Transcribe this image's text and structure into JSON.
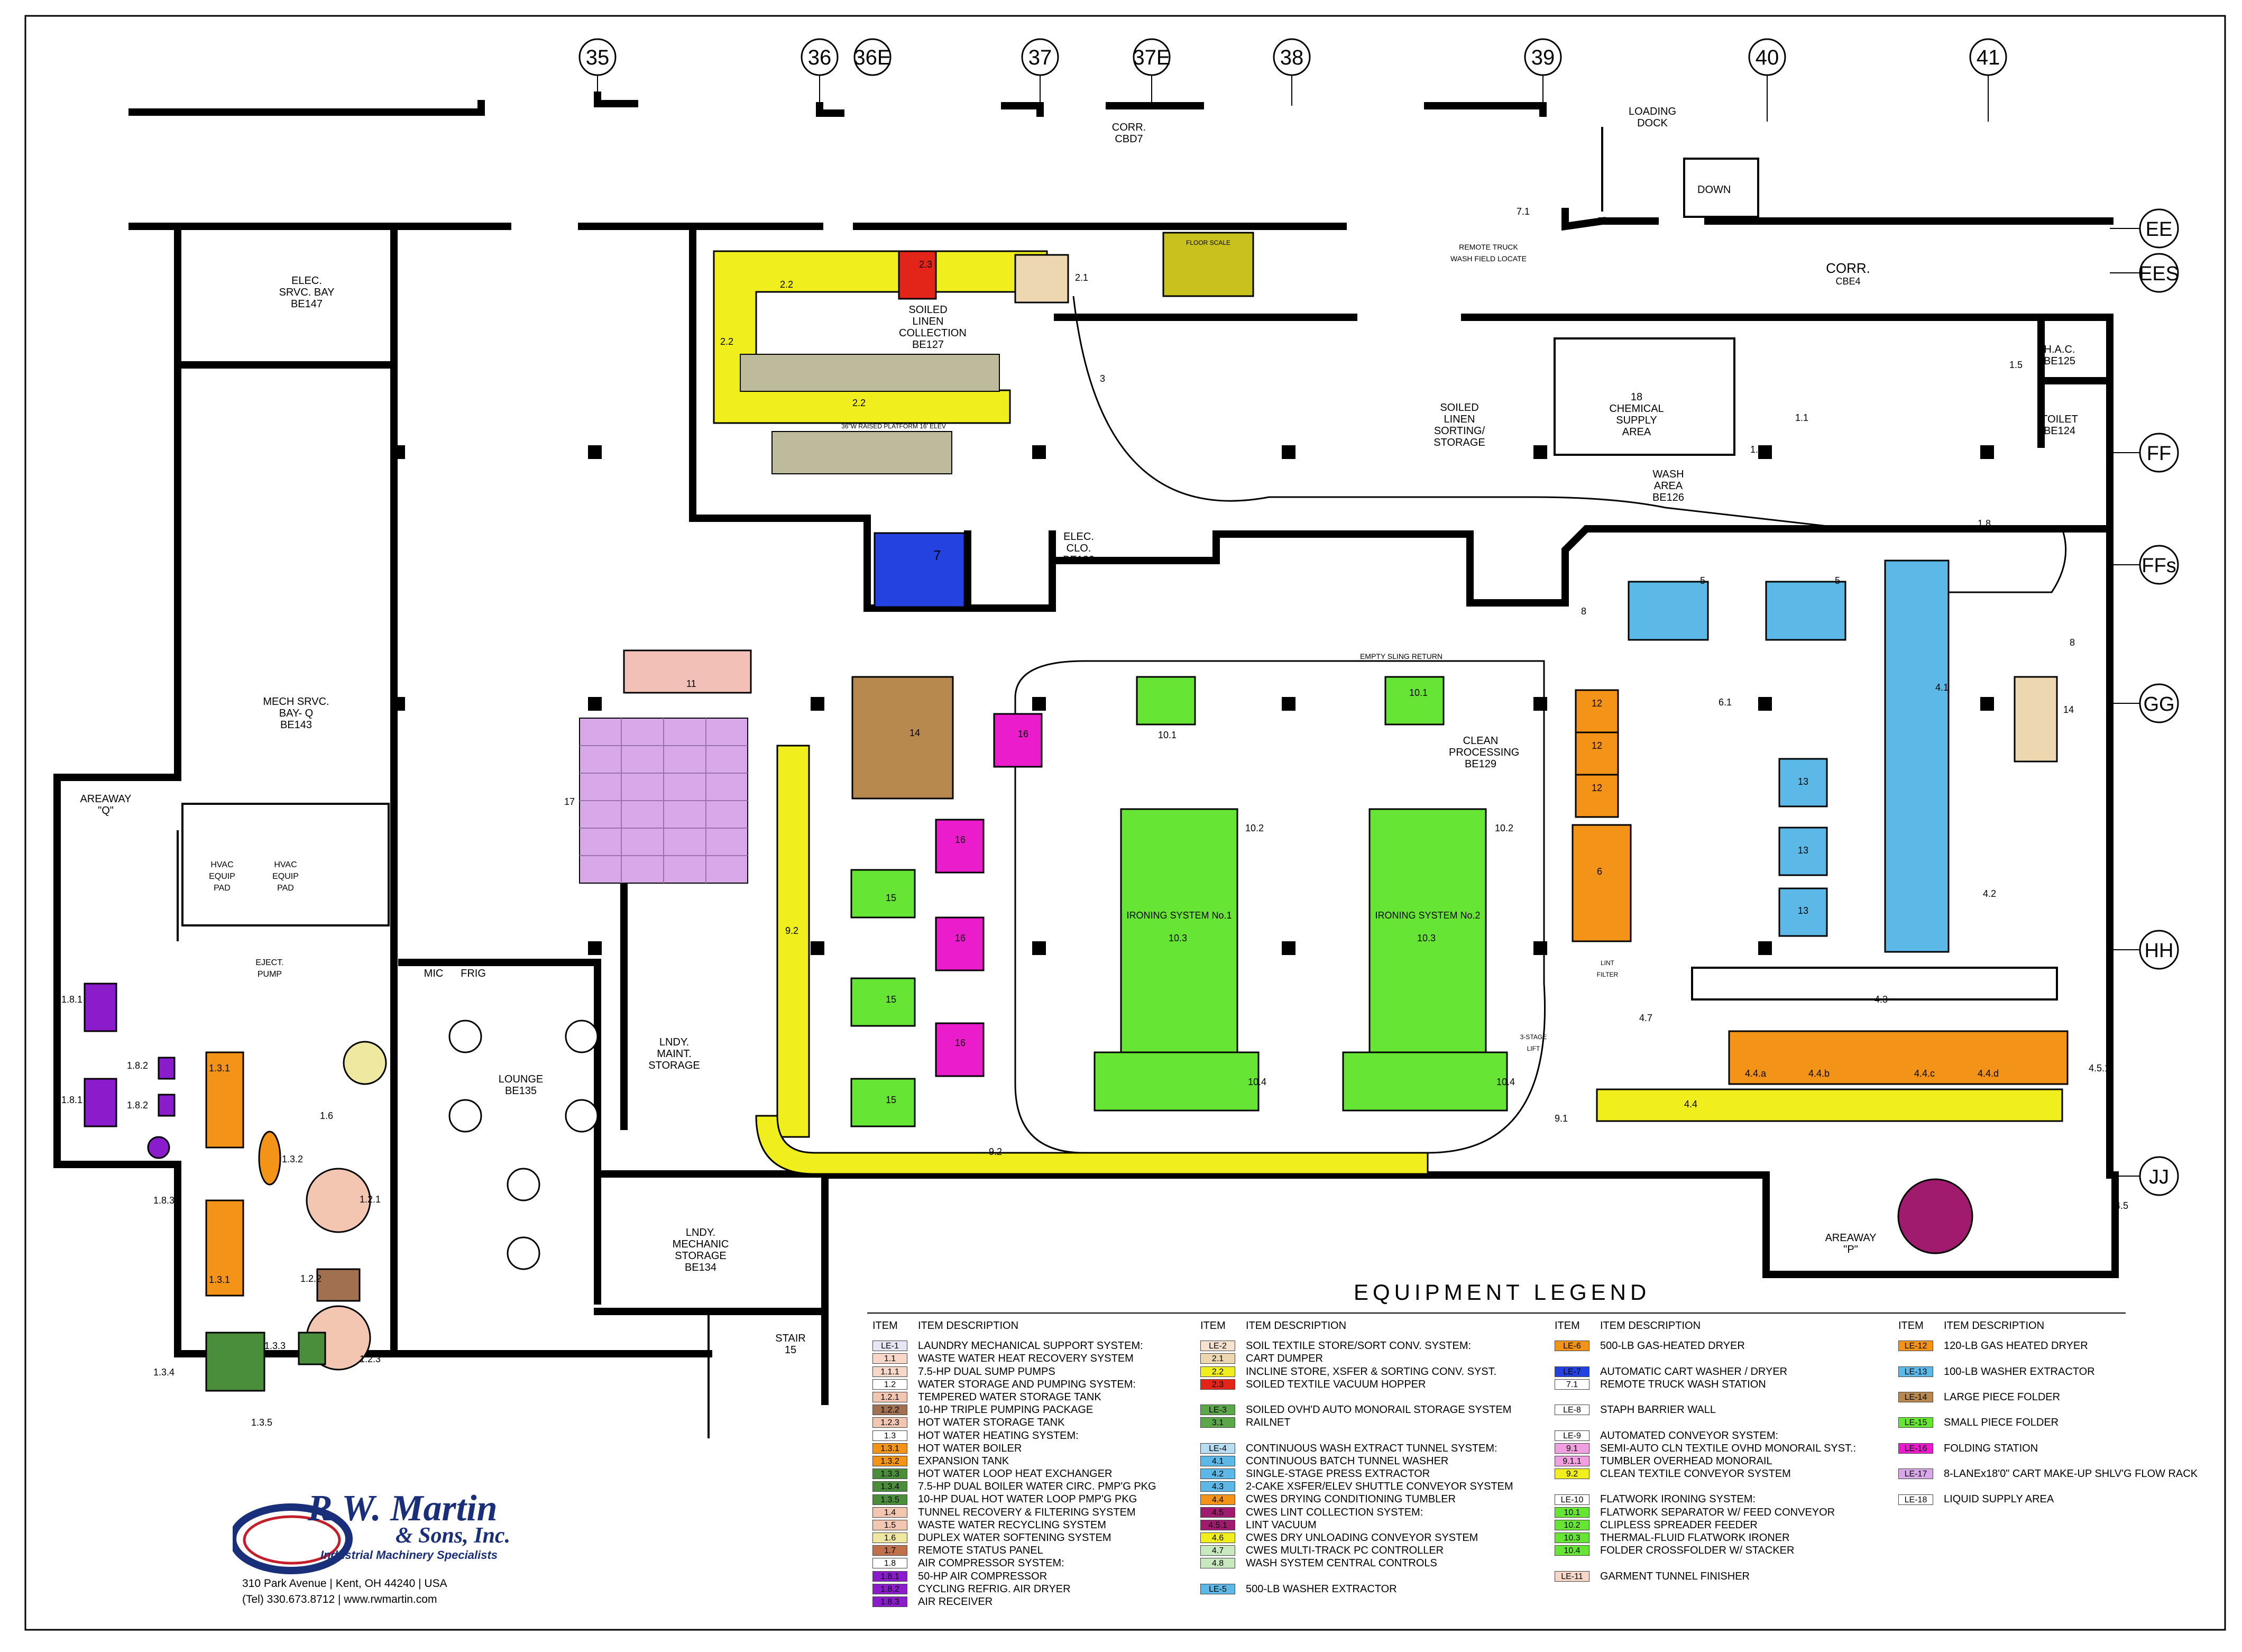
{
  "column_grid": [
    "35",
    "36",
    "36E",
    "37",
    "37E",
    "38",
    "39",
    "40",
    "41"
  ],
  "row_grid": [
    "EE",
    "EES",
    "FF",
    "FFs",
    "GG",
    "HH",
    "JJ"
  ],
  "rooms": {
    "elec_srvc_bay": {
      "name": "ELEC. SRVC. BAY",
      "tag": "BE147"
    },
    "soiled_linen_collection": {
      "name": "SOILED LINEN COLLECTION",
      "tag": "BE127"
    },
    "corr_top": {
      "name": "CORR.",
      "tag": "CBD7"
    },
    "loading_dock": {
      "name": "LOADING DOCK"
    },
    "down": "DOWN",
    "corr_right": {
      "name": "CORR.",
      "tag": "CBE4"
    },
    "soiled_linen_sorting": {
      "name": "SOILED LINEN SORTING/ STORAGE"
    },
    "chemical_supply": {
      "name": "CHEMICAL SUPPLY AREA",
      "num": "18"
    },
    "hac": {
      "name": "H.A.C.",
      "tag": "BE125"
    },
    "toilet": {
      "name": "TOILET",
      "tag": "BE124"
    },
    "wash_area": {
      "name": "WASH AREA",
      "tag": "BE126"
    },
    "elec_clo": {
      "name": "ELEC. CLO.",
      "tag": "BE130"
    },
    "mech_srvc_bay": {
      "name": "MECH SRVC. BAY- Q",
      "tag": "BE143"
    },
    "areaway_q": {
      "name": "AREAWAY \"Q\""
    },
    "hvac_pad_1": "HVAC EQUIP PAD",
    "hvac_pad_2": "HVAC EQUIP PAD",
    "eject_pump": "EJECT. PUMP",
    "lounge": {
      "name": "LOUNGE",
      "tag": "BE135"
    },
    "mic": "MIC",
    "frig": "FRIG",
    "lndy_maint": {
      "name": "LNDY. MAINT. STORAGE"
    },
    "lndy_mech": {
      "name": "LNDY. MECHANIC STORAGE",
      "tag": "BE134"
    },
    "stair": {
      "name": "STAIR",
      "tag": "15"
    },
    "clean_processing": {
      "name": "CLEAN PROCESSING",
      "tag": "BE129"
    },
    "areaway_p": {
      "name": "AREAWAY \"P\""
    },
    "empty_sling": "EMPTY SLING RETURN",
    "remote_truck": "REMOTE TRUCK WASH FIELD LOCATE",
    "ironing_1": "IRONING SYSTEM No.1",
    "ironing_2": "IRONING SYSTEM No.2",
    "raised_platform": "36\"W RAISED PLATFORM 16' ELEV",
    "floor_scale": "FLOOR SCALE",
    "three_stage": "3-STAGE LIFT",
    "lint_filter": "LINT FILTER"
  },
  "equipment_tags": {
    "e2_3": "2.3",
    "e2_2a": "2.2",
    "e2_2b": "2.2",
    "e2_2c": "2.2",
    "e2_1": "2.1",
    "e3": "3",
    "e7": "7",
    "e8a": "8",
    "e8b": "8",
    "e8c": "8",
    "e11": "11",
    "e17": "17",
    "e14a": "14",
    "e14b": "14",
    "e16a": "16",
    "e16b": "16",
    "e16c": "16",
    "e16d": "16",
    "e15a": "15",
    "e15b": "15",
    "e15c": "15",
    "e15d": "15",
    "e9_2a": "9.2",
    "e9_2b": "9.2",
    "e9_1": "9.1",
    "e10_1a": "10.1",
    "e10_1b": "10.1",
    "e10_2a": "10.2",
    "e10_2b": "10.2",
    "e10_3a": "10.3",
    "e10_3b": "10.3",
    "e10_4a": "10.4",
    "e10_4b": "10.4",
    "e12a": "12",
    "e12b": "12",
    "e12c": "12",
    "e6": "6",
    "e13a": "13",
    "e13b": "13",
    "e13c": "13",
    "e5a": "5",
    "e5b": "5",
    "e4_1": "4.1",
    "e4_2": "4.2",
    "e4_3": "4.3",
    "e4_4": "4.4",
    "e4_5": "4.5",
    "e4_7": "4.7",
    "e4_5_1": "4.5.1",
    "e1_5": "1.5",
    "e1_1": "1.1",
    "e1_1_1": "1.1.1",
    "e1_8": "1.8",
    "e6_1": "6.1",
    "e7_1": "7.1",
    "e1_8_1a": "1.8.1",
    "e1_8_1b": "1.8.1",
    "e1_8_2a": "1.8.2",
    "e1_8_2b": "1.8.2",
    "e1_8_3": "1.8.3",
    "e1_3_1a": "1.3.1",
    "e1_3_1b": "1.3.1",
    "e1_3_2": "1.3.2",
    "e1_6": "1.6",
    "e1_2_1": "1.2.1",
    "e1_2_2": "1.2.2",
    "e1_2_3": "1.2.3",
    "e1_3_3": "1.3.3",
    "e1_3_4": "1.3.4",
    "e1_3_5": "1.3.5",
    "e4_4a": "4.4.a",
    "e4_4b": "4.4.b",
    "e4_4c": "4.4.c",
    "e4_4d": "4.4.d"
  },
  "colors": {
    "yellow": "#f0ee1c",
    "red": "#e32418",
    "blue": "#2342e0",
    "green": "#66e534",
    "cyan": "#5cb8e6",
    "orange": "#f39418",
    "magenta": "#ea1ccb",
    "lavender": "#d8a8e8",
    "brown": "#b7894f",
    "purple": "#8a1ccb",
    "olive": "#c9c11e",
    "pink": "#f2c0b6",
    "tan": "#ecd7b0",
    "dkgreen": "#4a8e3c"
  },
  "legend": {
    "title": "EQUIPMENT LEGEND",
    "header_item": "ITEM",
    "header_desc": "ITEM DESCRIPTION",
    "col1": [
      {
        "item": "LE-1",
        "desc": "LAUNDRY MECHANICAL SUPPORT SYSTEM:",
        "color": "#e6e6f5"
      },
      {
        "item": "1.1",
        "desc": "WASTE WATER HEAT RECOVERY SYSTEM",
        "color": "#f7d7c7"
      },
      {
        "item": "1.1.1",
        "desc": "7.5-HP DUAL SUMP PUMPS",
        "color": "#f7d7c7"
      },
      {
        "item": "1.2",
        "desc": "WATER STORAGE AND PUMPING SYSTEM:",
        "color": "#ffffff"
      },
      {
        "item": "1.2.1",
        "desc": "TEMPERED WATER STORAGE TANK",
        "color": "#f2c6b0"
      },
      {
        "item": "1.2.2",
        "desc": "10-HP TRIPLE PUMPING PACKAGE",
        "color": "#a07050"
      },
      {
        "item": "1.2.3",
        "desc": "HOT WATER STORAGE TANK",
        "color": "#f2c6b0"
      },
      {
        "item": "1.3",
        "desc": "HOT WATER HEATING SYSTEM:",
        "color": "#ffffff"
      },
      {
        "item": "1.3.1",
        "desc": "HOT WATER BOILER",
        "color": "#f39418"
      },
      {
        "item": "1.3.2",
        "desc": "EXPANSION TANK",
        "color": "#f39418"
      },
      {
        "item": "1.3.3",
        "desc": "HOT WATER LOOP HEAT EXCHANGER",
        "color": "#4a8e3c"
      },
      {
        "item": "1.3.4",
        "desc": "7.5-HP DUAL BOILER WATER CIRC. PMP'G PKG",
        "color": "#4a8e3c"
      },
      {
        "item": "1.3.5",
        "desc": "10-HP DUAL HOT WATER LOOP PMP'G PKG",
        "color": "#4a8e3c"
      },
      {
        "item": "1.4",
        "desc": "TUNNEL RECOVERY & FILTERING SYSTEM",
        "color": "#f2c6b0"
      },
      {
        "item": "1.5",
        "desc": "WASTE WATER RECYCLING SYSTEM",
        "color": "#f2c6b0"
      },
      {
        "item": "1.6",
        "desc": "DUPLEX WATER SOFTENING SYSTEM",
        "color": "#eee8a0"
      },
      {
        "item": "1.7",
        "desc": "REMOTE STATUS PANEL",
        "color": "#c0704a"
      },
      {
        "item": "1.8",
        "desc": "AIR COMPRESSOR SYSTEM:",
        "color": "#ffffff"
      },
      {
        "item": "1.8.1",
        "desc": "50-HP AIR COMPRESSOR",
        "color": "#8a1ccb"
      },
      {
        "item": "1.8.2",
        "desc": "CYCLING REFRIG. AIR DRYER",
        "color": "#8a1ccb"
      },
      {
        "item": "1.8.3",
        "desc": "AIR RECEIVER",
        "color": "#8a1ccb"
      }
    ],
    "col2": [
      {
        "item": "LE-2",
        "desc": "SOIL TEXTILE STORE/SORT CONV. SYSTEM:",
        "color": "#f7e2d0"
      },
      {
        "item": "2.1",
        "desc": "CART DUMPER",
        "color": "#ecd7b0"
      },
      {
        "item": "2.2",
        "desc": "INCLINE STORE, XSFER & SORTING CONV. SYST.",
        "color": "#f0ee1c"
      },
      {
        "item": "2.3",
        "desc": "SOILED TEXTILE VACUUM HOPPER",
        "color": "#e32418"
      },
      {
        "item": "",
        "desc": "",
        "color": ""
      },
      {
        "item": "LE-3",
        "desc": "SOILED OVH'D AUTO MONORAIL STORAGE SYSTEM",
        "color": "#5aa84a"
      },
      {
        "item": "3.1",
        "desc": "RAILNET",
        "color": "#5aa84a"
      },
      {
        "item": "",
        "desc": "",
        "color": ""
      },
      {
        "item": "LE-4",
        "desc": "CONTINUOUS WASH EXTRACT TUNNEL SYSTEM:",
        "color": "#b8ddf2"
      },
      {
        "item": "4.1",
        "desc": "CONTINUOUS BATCH TUNNEL WASHER",
        "color": "#5cb8e6"
      },
      {
        "item": "4.2",
        "desc": "SINGLE-STAGE PRESS EXTRACTOR",
        "color": "#5cb8e6"
      },
      {
        "item": "4.3",
        "desc": "2-CAKE XSFER/ELEV SHUTTLE CONVEYOR SYSTEM",
        "color": "#5cb8e6"
      },
      {
        "item": "4.4",
        "desc": "CWES DRYING CONDITIONING TUMBLER",
        "color": "#f39418"
      },
      {
        "item": "4.5",
        "desc": "CWES LINT COLLECTION SYSTEM:",
        "color": "#a01a6e"
      },
      {
        "item": "4.5.1",
        "desc": "LINT VACUUM",
        "color": "#a01a6e"
      },
      {
        "item": "4.6",
        "desc": "CWES DRY UNLOADING CONVEYOR SYSTEM",
        "color": "#f0ee1c"
      },
      {
        "item": "4.7",
        "desc": "CWES MULTI-TRACK PC CONTROLLER",
        "color": "#c8e8c0"
      },
      {
        "item": "4.8",
        "desc": "WASH SYSTEM CENTRAL CONTROLS",
        "color": "#c8e8c0"
      },
      {
        "item": "",
        "desc": "",
        "color": ""
      },
      {
        "item": "LE-5",
        "desc": "500-LB WASHER EXTRACTOR",
        "color": "#5cb8e6"
      }
    ],
    "col3": [
      {
        "item": "LE-6",
        "desc": "500-LB GAS-HEATED DRYER",
        "color": "#f39418"
      },
      {
        "item": "",
        "desc": "",
        "color": ""
      },
      {
        "item": "LE-7",
        "desc": "AUTOMATIC CART WASHER / DRYER",
        "color": "#2342e0"
      },
      {
        "item": "7.1",
        "desc": "REMOTE TRUCK WASH STATION",
        "color": "#ffffff"
      },
      {
        "item": "",
        "desc": "",
        "color": ""
      },
      {
        "item": "LE-8",
        "desc": "STAPH BARRIER WALL",
        "color": "#ffffff"
      },
      {
        "item": "",
        "desc": "",
        "color": ""
      },
      {
        "item": "LE-9",
        "desc": "AUTOMATED CONVEYOR SYSTEM:",
        "color": "#ffffff"
      },
      {
        "item": "9.1",
        "desc": "SEMI-AUTO CLN TEXTILE OVHD MONORAIL SYST.:",
        "color": "#f0a0e0"
      },
      {
        "item": "9.1.1",
        "desc": "TUMBLER OVERHEAD MONORAIL",
        "color": "#f0a0e0"
      },
      {
        "item": "9.2",
        "desc": "CLEAN TEXTILE CONVEYOR SYSTEM",
        "color": "#f0ee1c"
      },
      {
        "item": "",
        "desc": "",
        "color": ""
      },
      {
        "item": "LE-10",
        "desc": "FLATWORK IRONING SYSTEM:",
        "color": "#ffffff"
      },
      {
        "item": "10.1",
        "desc": "FLATWORK SEPARATOR W/ FEED CONVEYOR",
        "color": "#66e534"
      },
      {
        "item": "10.2",
        "desc": "CLIPLESS SPREADER FEEDER",
        "color": "#66e534"
      },
      {
        "item": "10.3",
        "desc": "THERMAL-FLUID FLATWORK IRONER",
        "color": "#66e534"
      },
      {
        "item": "10.4",
        "desc": "FOLDER CROSSFOLDER W/ STACKER",
        "color": "#66e534"
      },
      {
        "item": "",
        "desc": "",
        "color": ""
      },
      {
        "item": "LE-11",
        "desc": "GARMENT TUNNEL FINISHER",
        "color": "#f7d7c7"
      }
    ],
    "col4": [
      {
        "item": "LE-12",
        "desc": "120-LB GAS HEATED DRYER",
        "color": "#f39418"
      },
      {
        "item": "",
        "desc": "",
        "color": ""
      },
      {
        "item": "LE-13",
        "desc": "100-LB WASHER EXTRACTOR",
        "color": "#5cb8e6"
      },
      {
        "item": "",
        "desc": "",
        "color": ""
      },
      {
        "item": "LE-14",
        "desc": "LARGE PIECE FOLDER",
        "color": "#b7894f"
      },
      {
        "item": "",
        "desc": "",
        "color": ""
      },
      {
        "item": "LE-15",
        "desc": "SMALL PIECE FOLDER",
        "color": "#66e534"
      },
      {
        "item": "",
        "desc": "",
        "color": ""
      },
      {
        "item": "LE-16",
        "desc": "FOLDING STATION",
        "color": "#ea1ccb"
      },
      {
        "item": "",
        "desc": "",
        "color": ""
      },
      {
        "item": "LE-17",
        "desc": "8-LANEx18'0\" CART MAKE-UP SHLV'G FLOW RACK",
        "color": "#d8a8e8"
      },
      {
        "item": "",
        "desc": "",
        "color": ""
      },
      {
        "item": "LE-18",
        "desc": "LIQUID SUPPLY AREA",
        "color": "#ffffff"
      }
    ]
  },
  "company": {
    "name_line1": "R.W. Martin",
    "name_line2": "& Sons, Inc.",
    "tagline": "Industrial Machinery Specialists",
    "address": "310 Park Avenue  |  Kent, OH  44240 | USA",
    "contact": "(Tel) 330.673.8712  |  www.rwmartin.com"
  }
}
